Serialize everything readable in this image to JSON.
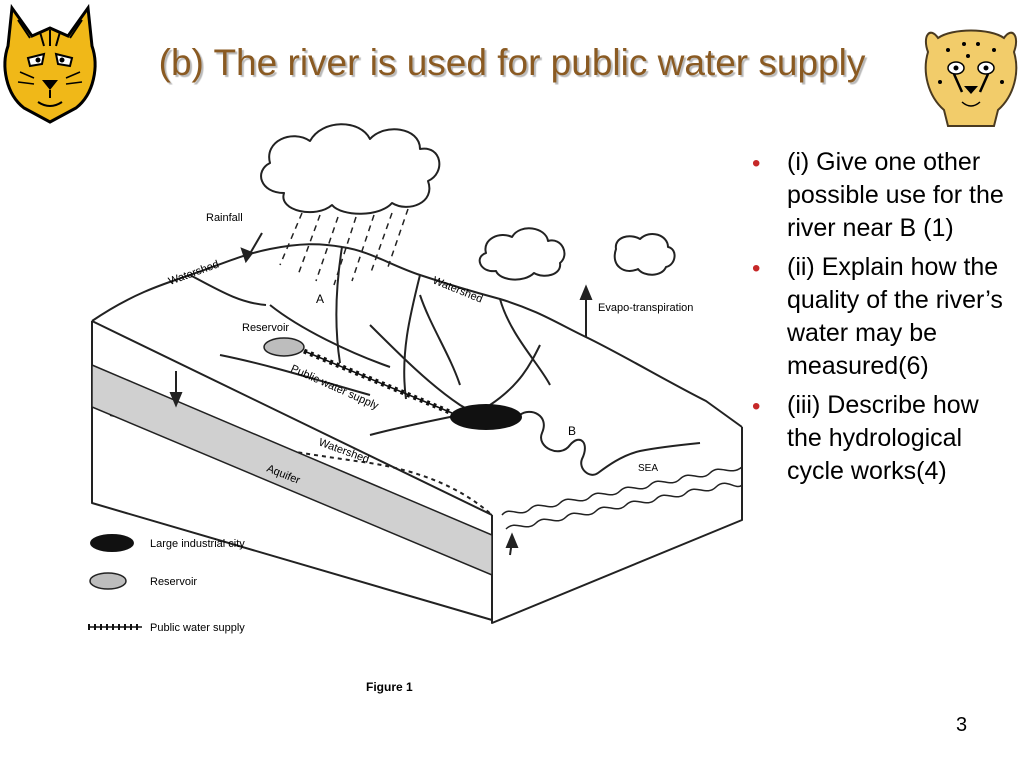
{
  "slide": {
    "title": "(b) The river is used for public water supply",
    "page_number": "3"
  },
  "bullets": [
    {
      "text": "(i) Give one other possible use for the river near B (1)"
    },
    {
      "text": "(ii) Explain how the quality of the river’s water may be measured(6)"
    },
    {
      "text": "(iii) Describe how the hydrological cycle works(4)"
    }
  ],
  "figure": {
    "caption": "Figure 1",
    "labels": {
      "rainfall": "Rainfall",
      "watershed": "Watershed",
      "point_a": "A",
      "point_b": "B",
      "reservoir": "Reservoir",
      "public_water_supply": "Public water supply",
      "evapotranspiration": "Evapo-transpiration",
      "aquifer": "Aquifer",
      "sea": "SEA"
    },
    "legend": [
      {
        "symbol": "large-city-blob",
        "label": "Large industrial city"
      },
      {
        "symbol": "reservoir-hatch",
        "label": "Reservoir"
      },
      {
        "symbol": "pipeline-ticks",
        "label": "Public water supply"
      }
    ]
  },
  "colors": {
    "title": "#8a5a22",
    "bullet": "#c62828",
    "logo_fill": "#f0b818"
  },
  "icons": [
    "bobcat-logo-icon",
    "cheetah-logo-icon"
  ]
}
